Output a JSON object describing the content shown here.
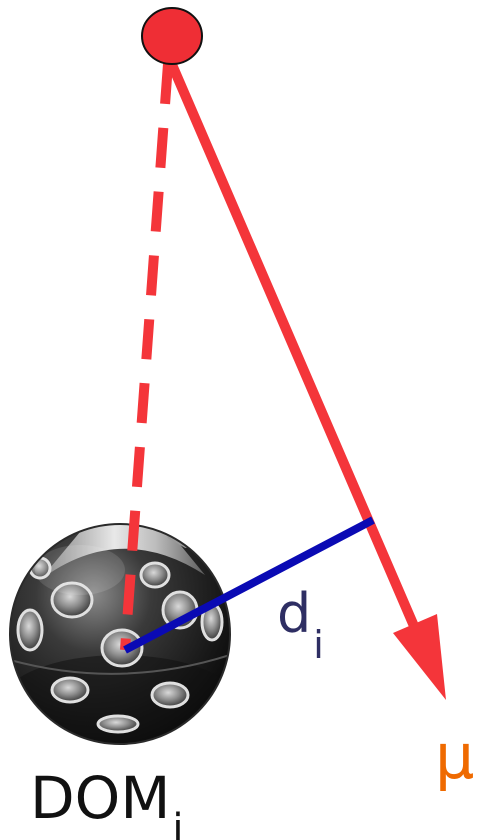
{
  "labels": {
    "distance_main": "d",
    "distance_sub": "i",
    "dom_main": "DOM",
    "dom_sub": "i",
    "muon_symbol": "μ"
  },
  "colors": {
    "track": "#f4353a",
    "distance_line": "#0a0ab4",
    "distance_label": "#2e2e63",
    "dom_label": "#111111",
    "muon_label": "#ef6a00",
    "origin_point": "#ef2e35"
  },
  "icons": {
    "origin": "emission-point-icon",
    "dom": "optical-module-icon"
  }
}
